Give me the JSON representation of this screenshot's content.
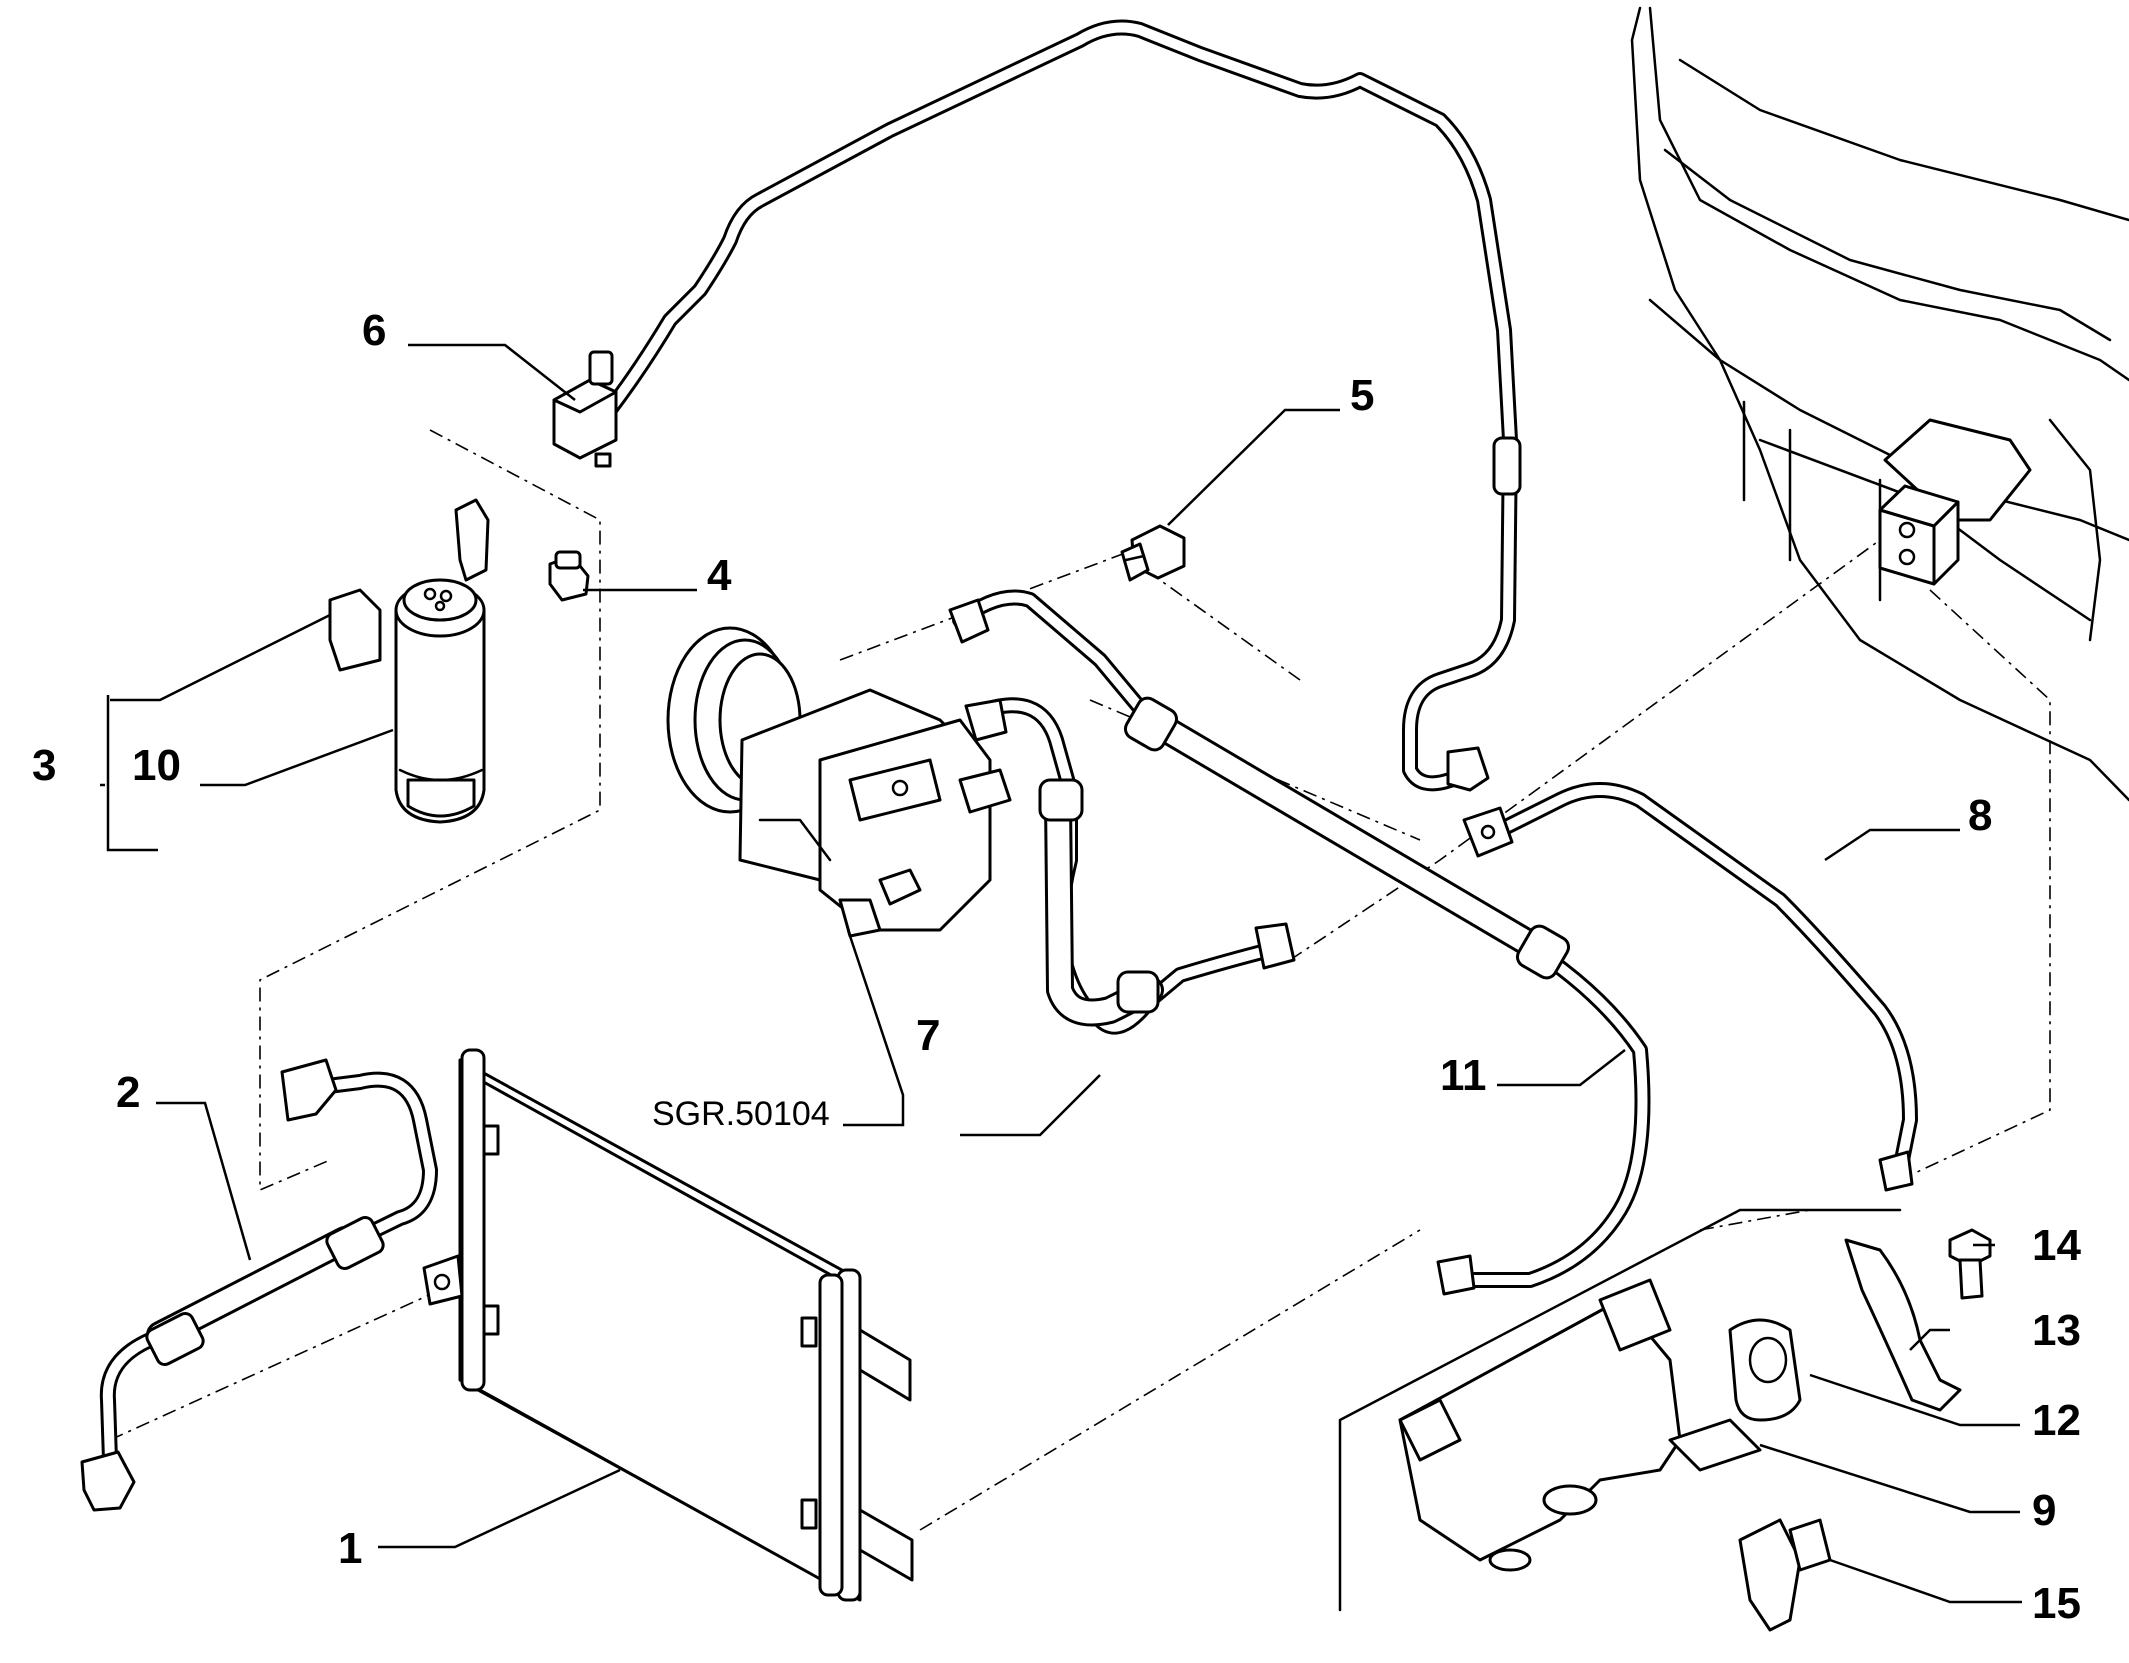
{
  "diagram": {
    "reference_code": "SGR.50104",
    "callouts": [
      {
        "id": "1",
        "label": "1"
      },
      {
        "id": "2",
        "label": "2"
      },
      {
        "id": "3",
        "label": "3"
      },
      {
        "id": "4",
        "label": "4"
      },
      {
        "id": "5",
        "label": "5"
      },
      {
        "id": "6",
        "label": "6"
      },
      {
        "id": "7",
        "label": "7"
      },
      {
        "id": "8",
        "label": "8"
      },
      {
        "id": "9",
        "label": "9"
      },
      {
        "id": "10",
        "label": "10"
      },
      {
        "id": "11",
        "label": "11"
      },
      {
        "id": "12",
        "label": "12"
      },
      {
        "id": "13",
        "label": "13"
      },
      {
        "id": "14",
        "label": "14"
      },
      {
        "id": "15",
        "label": "15"
      }
    ]
  }
}
